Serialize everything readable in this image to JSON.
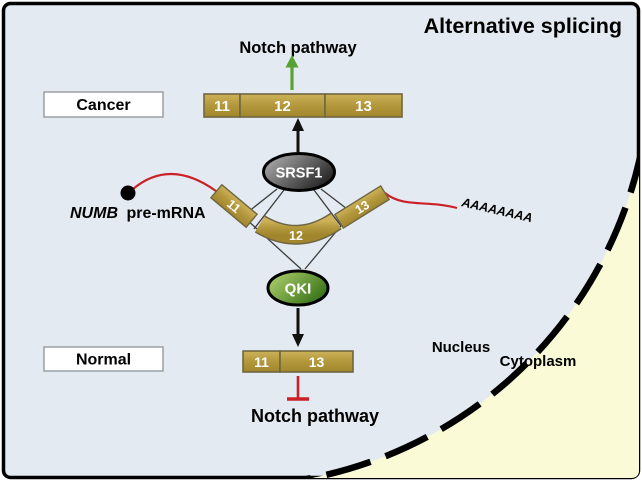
{
  "title": "Alternative splicing",
  "condition_labels": {
    "cancer": "Cancer",
    "normal": "Normal"
  },
  "pathway": {
    "top": "Notch pathway",
    "bottom": "Notch pathway"
  },
  "pre_mrna": {
    "gene": "NUMB",
    "suffix": " pre-mRNA",
    "polya_tail": "AAAAAAAA",
    "exon11": "11",
    "exon12": "12",
    "exon13": "13"
  },
  "proteins": {
    "cancer_factor": "SRSF1",
    "normal_factor": "QKI"
  },
  "cancer_mrna_exons": [
    "11",
    "12",
    "13"
  ],
  "normal_mrna_exons": [
    "11",
    "13"
  ],
  "compartments": {
    "nucleus": "Nucleus",
    "cytoplasm": "Cytoplasm"
  },
  "colors": {
    "nucleus_bg": "#e3eaf1",
    "cytoplasm_bg": "#fbfad7",
    "exon_border": "#6f6742",
    "mrna_line_red": "#cc2027",
    "activation_green": "#56a333",
    "inhibition_red": "#cc2027",
    "arrow_black": "#111111"
  }
}
